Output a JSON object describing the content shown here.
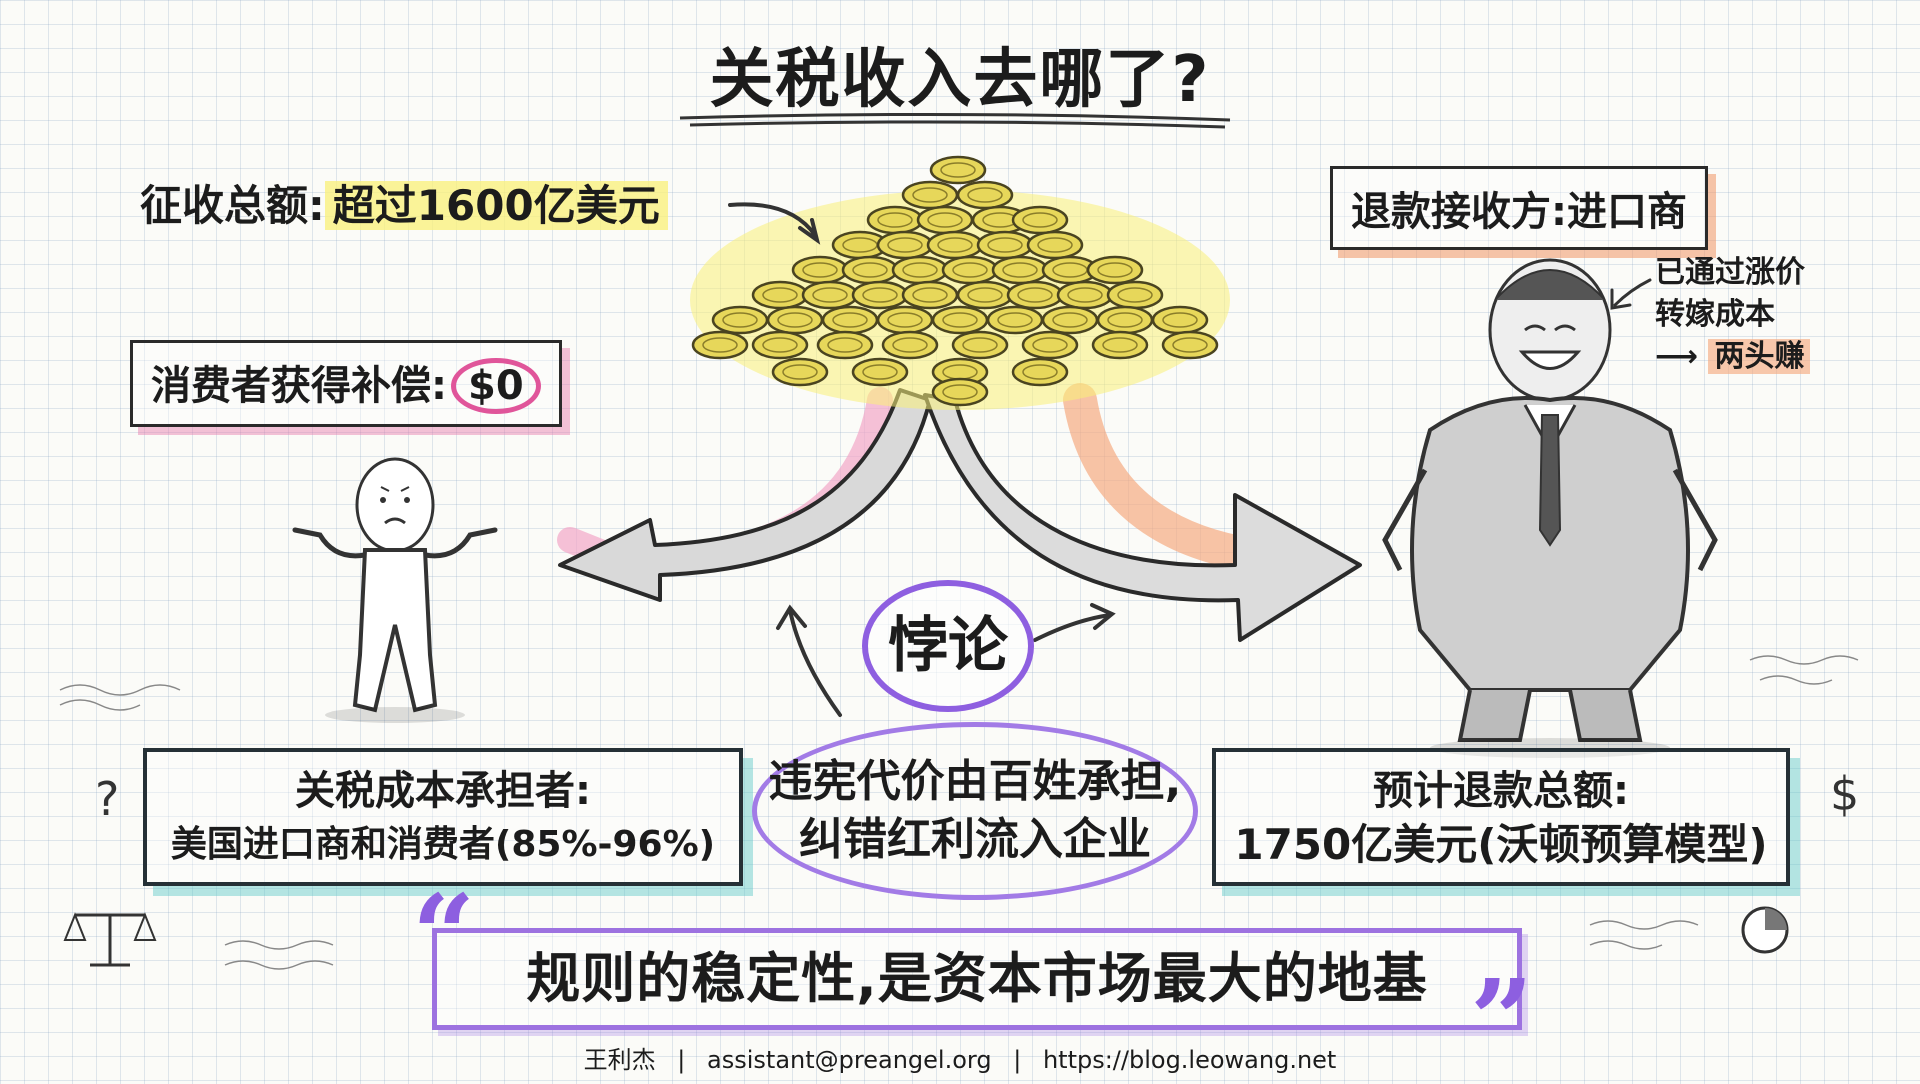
{
  "title": "关税收入去哪了?",
  "total_label": "征收总额:",
  "total_value": "超过1600亿美元",
  "refund_recipient": "退款接收方:进口商",
  "consumer_comp_label": "消费者获得补偿:",
  "consumer_comp_value": "$0",
  "importer_note": {
    "line1": "已通过涨价",
    "line2": "转嫁成本",
    "line3_arrow": "⟶",
    "line3": "两头赚"
  },
  "paradox": "悖论",
  "cost_bearer": {
    "line1": "关税成本承担者:",
    "line2": "美国进口商和消费者(85%-96%)"
  },
  "center_statement": {
    "line1": "违宪代价由百姓承担,",
    "line2": "纠错红利流入企业"
  },
  "refund_total": {
    "line1": "预计退款总额:",
    "line2": "1750亿美元(沃顿预算模型)"
  },
  "quote": {
    "open": "“",
    "text": "规则的稳定性,是资本市场最大的地基",
    "close": "”"
  },
  "footer": {
    "name": "王利杰",
    "separator": "|",
    "email": "assistant@preangel.org",
    "url": "https://blog.leowang.net"
  },
  "icons": [
    "coin-pile",
    "confused-person-icon",
    "rich-man-icon",
    "arrow-left",
    "arrow-right",
    "scale-icon",
    "dollar-icon",
    "pie-chart-icon",
    "question-icon"
  ],
  "colors": {
    "highlight_yellow": "#faf078",
    "pink": "#e0559a",
    "orange": "#f0965f",
    "purple": "#8e5fe0",
    "teal": "#5ac8c8",
    "gold": "#d8c23a"
  }
}
